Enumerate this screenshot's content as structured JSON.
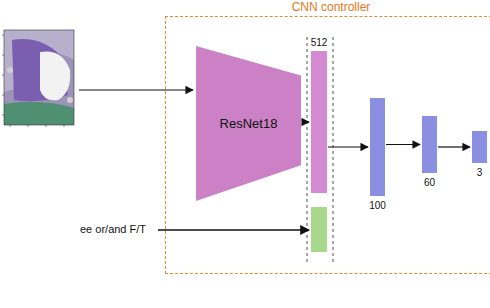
{
  "diagram": {
    "nodes": [
      {
        "text": [
          "CNN controller"
        ]
      },
      {
        "text": [
          "ResNet18"
        ],
        "in": 0
      },
      {
        "text": [
          "512"
        ],
        "in": 0
      },
      {
        "text": [
          "100"
        ],
        "in": 0
      },
      {
        "text": [
          "60"
        ],
        "in": 0
      },
      {
        "text": [
          "3"
        ],
        "in": 0
      }
    ],
    "edges": [
      {
        "from": 1,
        "to": 2,
        "arrow": "to"
      },
      {
        "from": 2,
        "to": 3,
        "arrow": "to"
      },
      {
        "from": 3,
        "to": 4,
        "arrow": "to"
      },
      {
        "from": 4,
        "to": 5,
        "arrow": "to"
      }
    ],
    "labels": [
      "ee or/and F/T"
    ]
  }
}
